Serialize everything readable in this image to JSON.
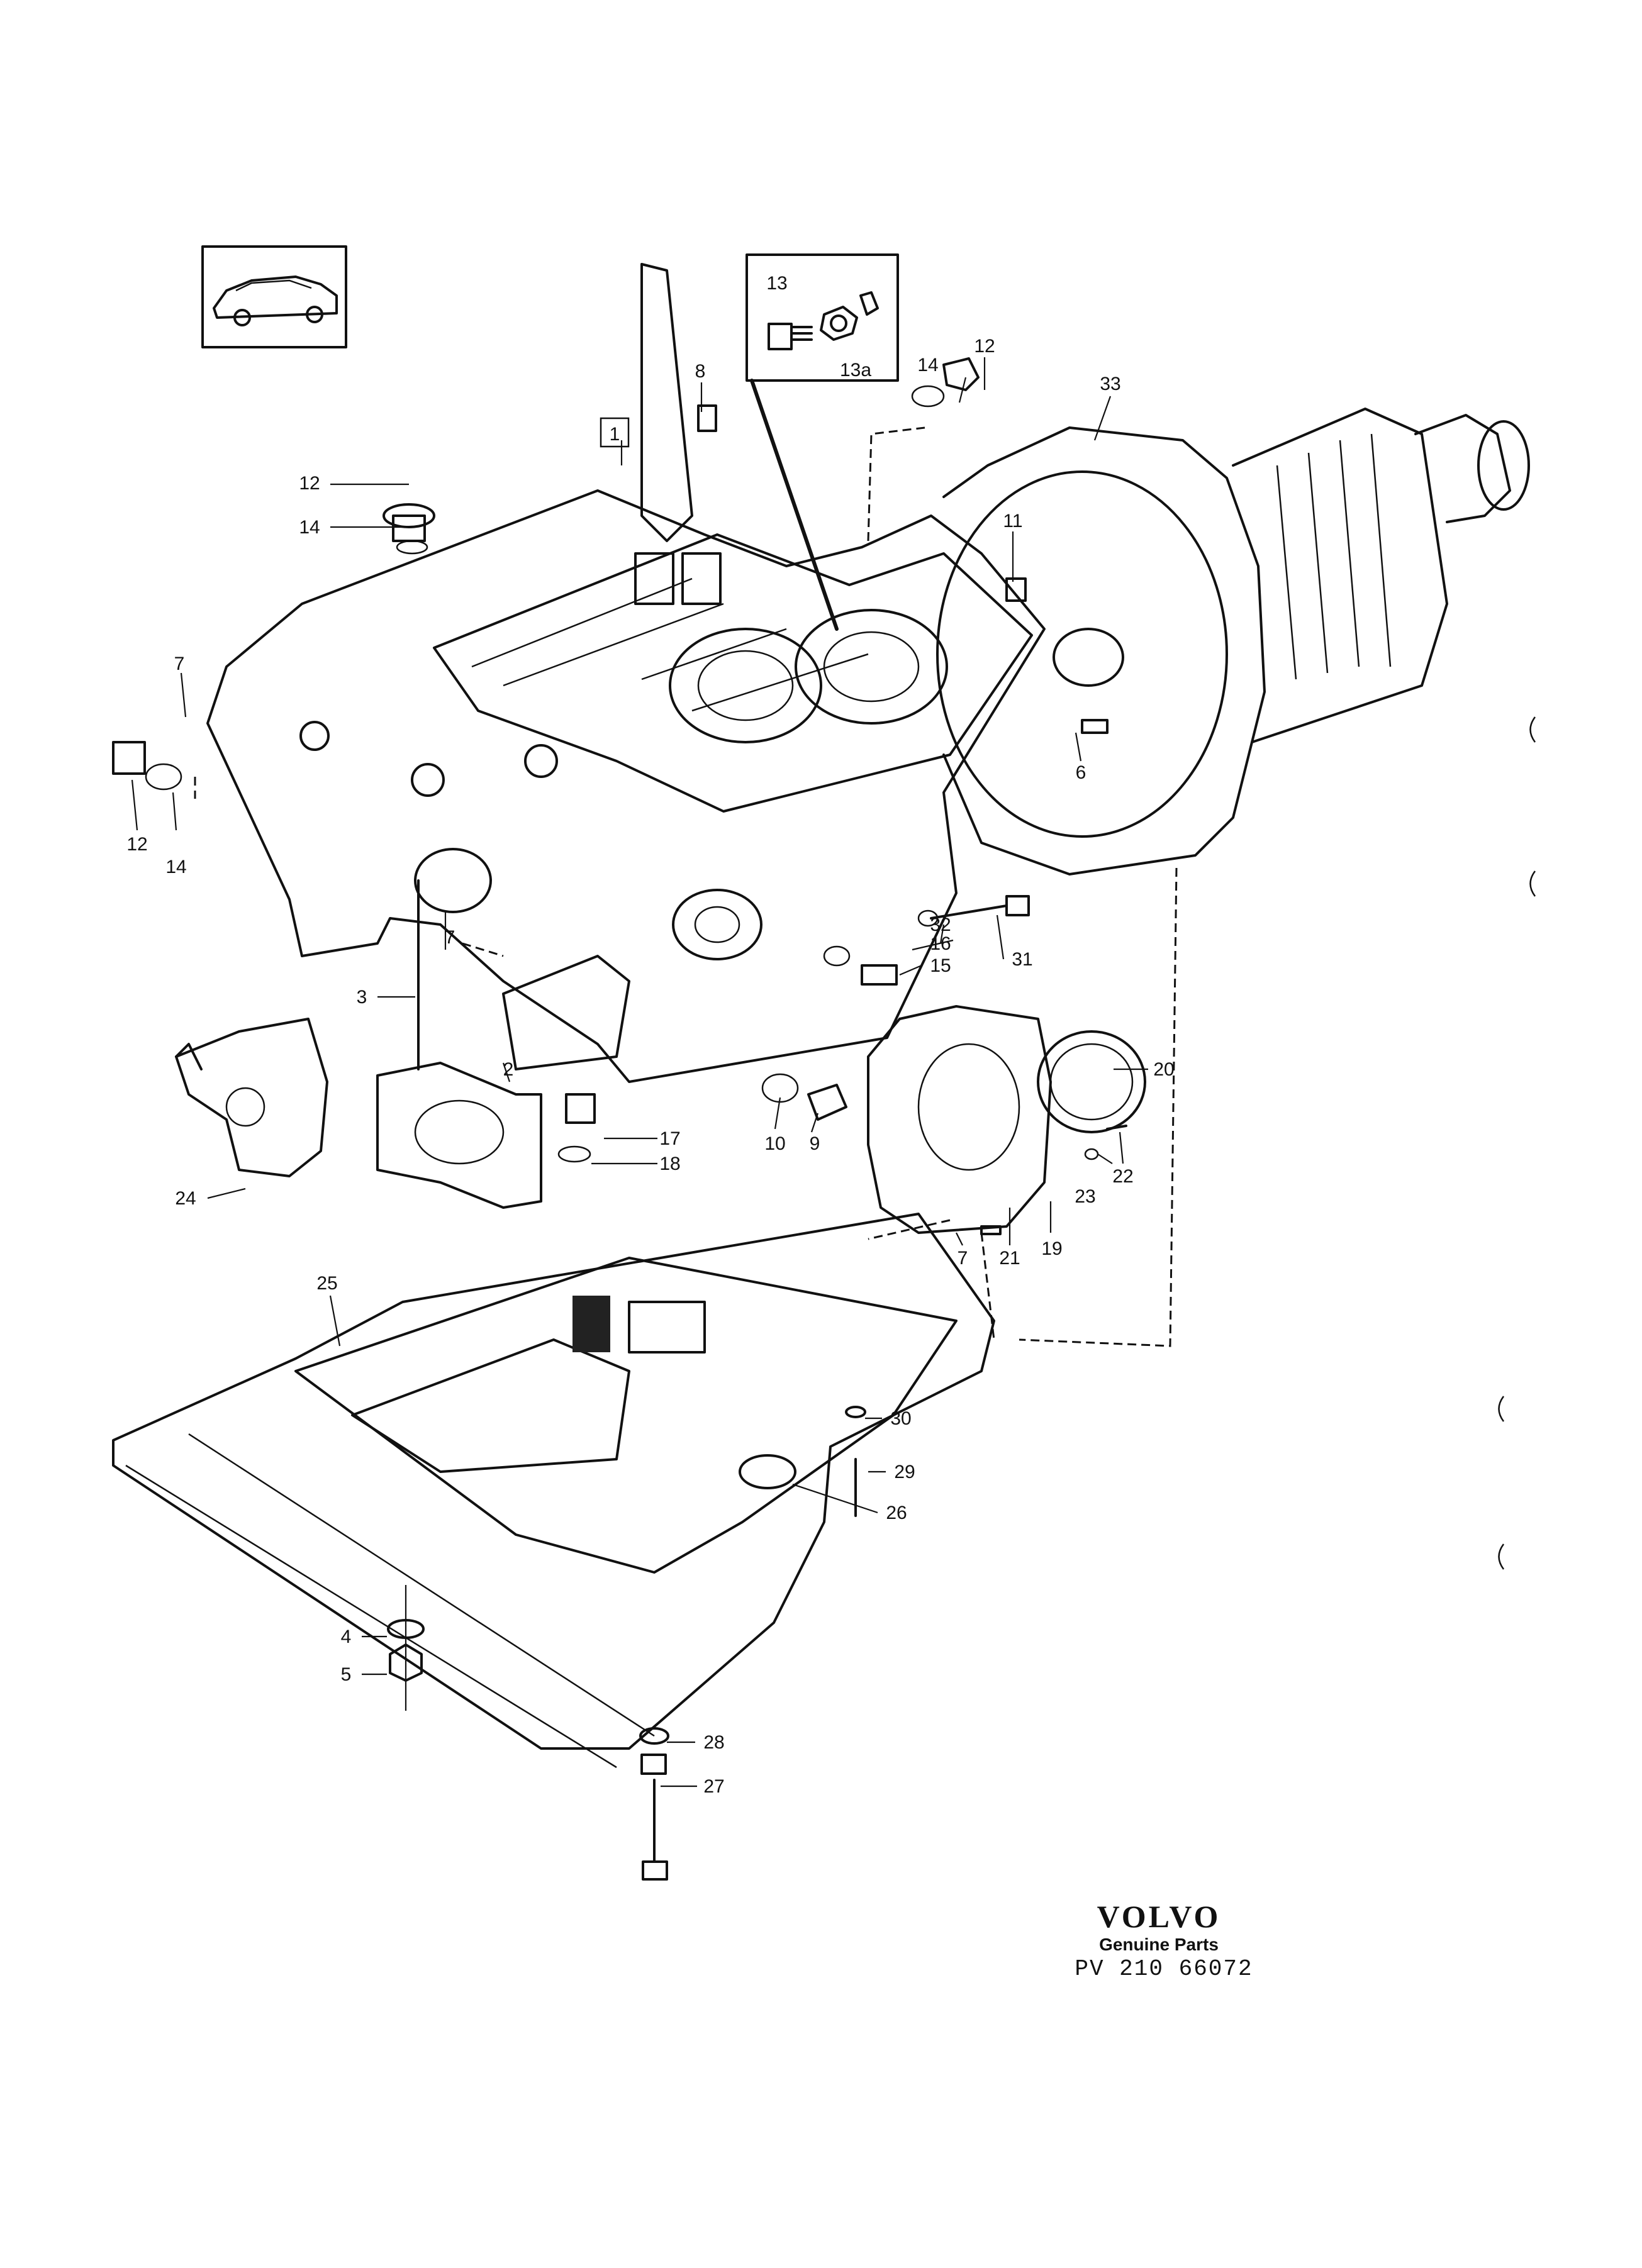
{
  "brand": {
    "name": "VOLVO",
    "subtitle": "Genuine Parts",
    "code": "PV 210 66072"
  },
  "callouts": {
    "c1": "1",
    "c2": "2",
    "c3": "3",
    "c4": "4",
    "c5": "5",
    "c6": "6",
    "c7a": "7",
    "c7b": "7",
    "c7c": "7",
    "c8": "8",
    "c9": "9",
    "c10": "10",
    "c11": "11",
    "c12a": "12",
    "c12b": "12",
    "c12c": "12",
    "c13": "13",
    "c13a": "13a",
    "c14a": "14",
    "c14b": "14",
    "c14c": "14",
    "c15": "15",
    "c16": "16",
    "c17": "17",
    "c18": "18",
    "c19": "19",
    "c20": "20",
    "c21": "21",
    "c22": "22",
    "c23": "23",
    "c24": "24",
    "c25": "25",
    "c26": "26",
    "c27": "27",
    "c28": "28",
    "c29": "29",
    "c30": "30",
    "c31": "31",
    "c32": "32",
    "c33": "33"
  },
  "icons": [
    "car-thumbnail-icon",
    "volvo-logo"
  ]
}
